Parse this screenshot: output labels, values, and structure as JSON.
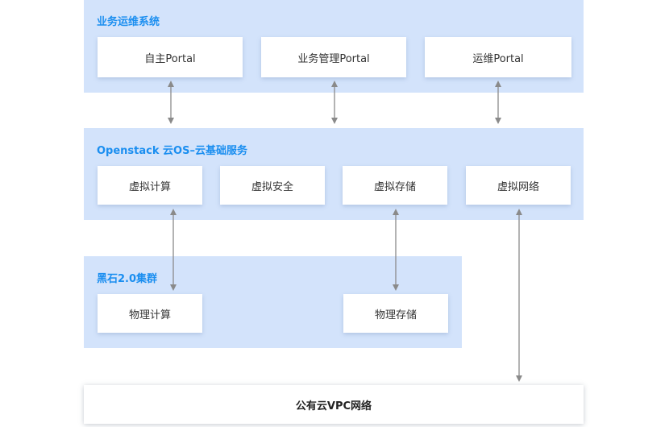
{
  "ops_system": {
    "title": "业务运维系统",
    "portals": [
      "自主Portal",
      "业务管理Portal",
      "运维Portal"
    ]
  },
  "openstack": {
    "title": "Openstack 云OS–云基础服务",
    "services": [
      "虚拟计算",
      "虚拟安全",
      "虚拟存储",
      "虚拟网络"
    ]
  },
  "cluster": {
    "title": "黑石2.0集群",
    "items": [
      "物理计算",
      "物理存储"
    ]
  },
  "vpc": {
    "label": "公有云VPC网络"
  },
  "colors": {
    "layer_bg": "#d3e3fb",
    "title_text": "#1a8ef0",
    "arrow": "#8a8a8a"
  }
}
